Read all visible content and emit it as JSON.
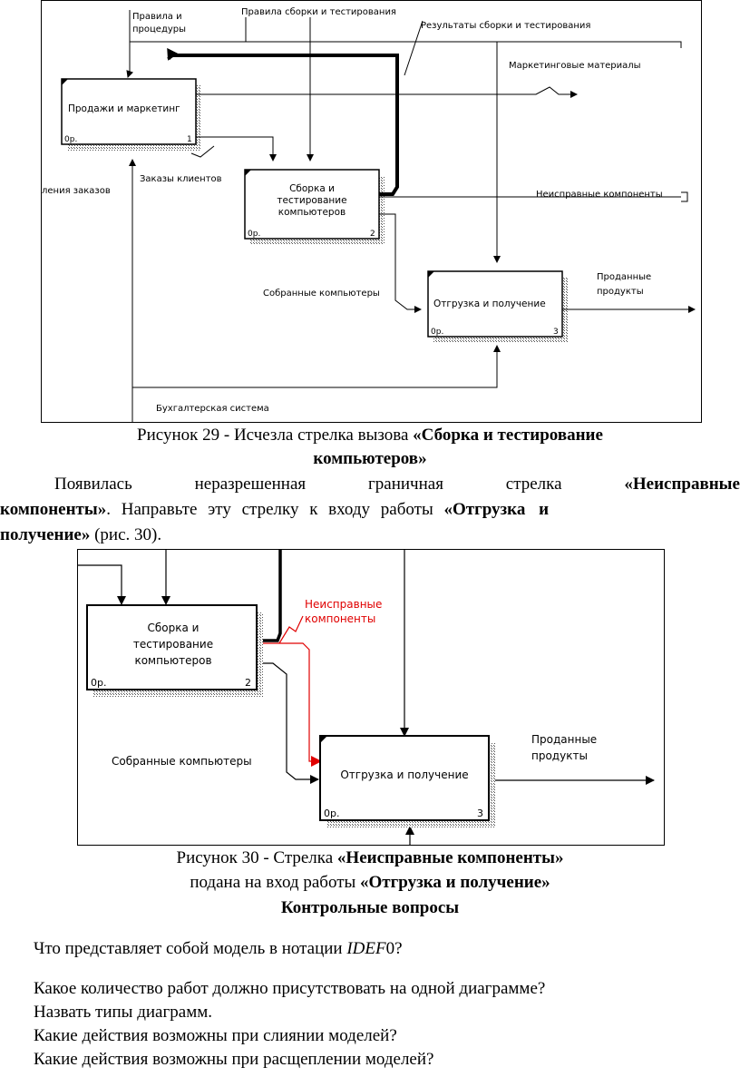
{
  "figure29": {
    "boxes": [
      {
        "name": "Продажи и маркетинг",
        "node": "0р.",
        "num": "1"
      },
      {
        "name_lines": [
          "Сборка и",
          "тестирование",
          "компьютеров"
        ],
        "node": "0р.",
        "num": "2"
      },
      {
        "name": "Отгрузка и получение",
        "node": "0р.",
        "num": "3"
      }
    ],
    "labels": {
      "rules": [
        "Правила и",
        "процедуры"
      ],
      "assembly_rules": "Правила сборки и тестирования",
      "assembly_results": "Результаты сборки и тестирования",
      "marketing_materials": "Маркетинговые материалы",
      "orders_left": "ления заказов",
      "client_orders": "Заказы клиентов",
      "faulty": "Неисправные компоненты",
      "assembled": "Собранные компьютеры",
      "sold": [
        "Проданные",
        "продукты"
      ],
      "accounting": "Бухгалтерская система"
    }
  },
  "caption29": {
    "prefix": "Рисунок 29 - Исчезла стрелка вызова ",
    "bold1": "«Сборка и тестирование",
    "bold2": "компьютеров»"
  },
  "para": {
    "l1_w1": "Появилась",
    "l1_w2": "неразрешенная",
    "l1_w3": "граничная",
    "l1_w4": "стрелка",
    "l1_bold": "«Неисправные",
    "l2_bold": "компоненты»",
    "l2_rest": ". Направьте эту стрелку к входу работы ",
    "l2_bold2": "«Отгрузка и",
    "l3_bold": "получение»",
    "l3_rest": " (рис. 30)."
  },
  "figure30": {
    "boxes": [
      {
        "name_lines": [
          "Сборка и",
          "тестирование",
          "компьютеров"
        ],
        "node": "0р.",
        "num": "2"
      },
      {
        "name": "Отгрузка и получение",
        "node": "0р.",
        "num": "3"
      }
    ],
    "labels": {
      "faulty": [
        "Неисправные",
        "компоненты"
      ],
      "assembled": "Собранные компьютеры",
      "sold": [
        "Проданные",
        "продукты"
      ]
    },
    "colors": {
      "highlight": "#e00000"
    }
  },
  "caption30": {
    "l1_prefix": "Рисунок 30 - Стрелка ",
    "l1_bold": "«Неисправные компоненты»",
    "l2_prefix": "подана на вход работы ",
    "l2_bold": "«Отгрузка и получение»",
    "heading": "Контрольные вопросы"
  },
  "questions": {
    "q1_prefix": "Что представляет собой модель в нотации ",
    "q1_italic": "IDEF",
    "q1_suffix": "0?",
    "q2": "Какое количество работ должно присутствовать на одной диаграмме?",
    "q3": "Назвать типы диаграмм.",
    "q4": "Какие действия возможны при слиянии моделей?",
    "q5": "Какие действия возможны при расщеплении моделей?"
  }
}
